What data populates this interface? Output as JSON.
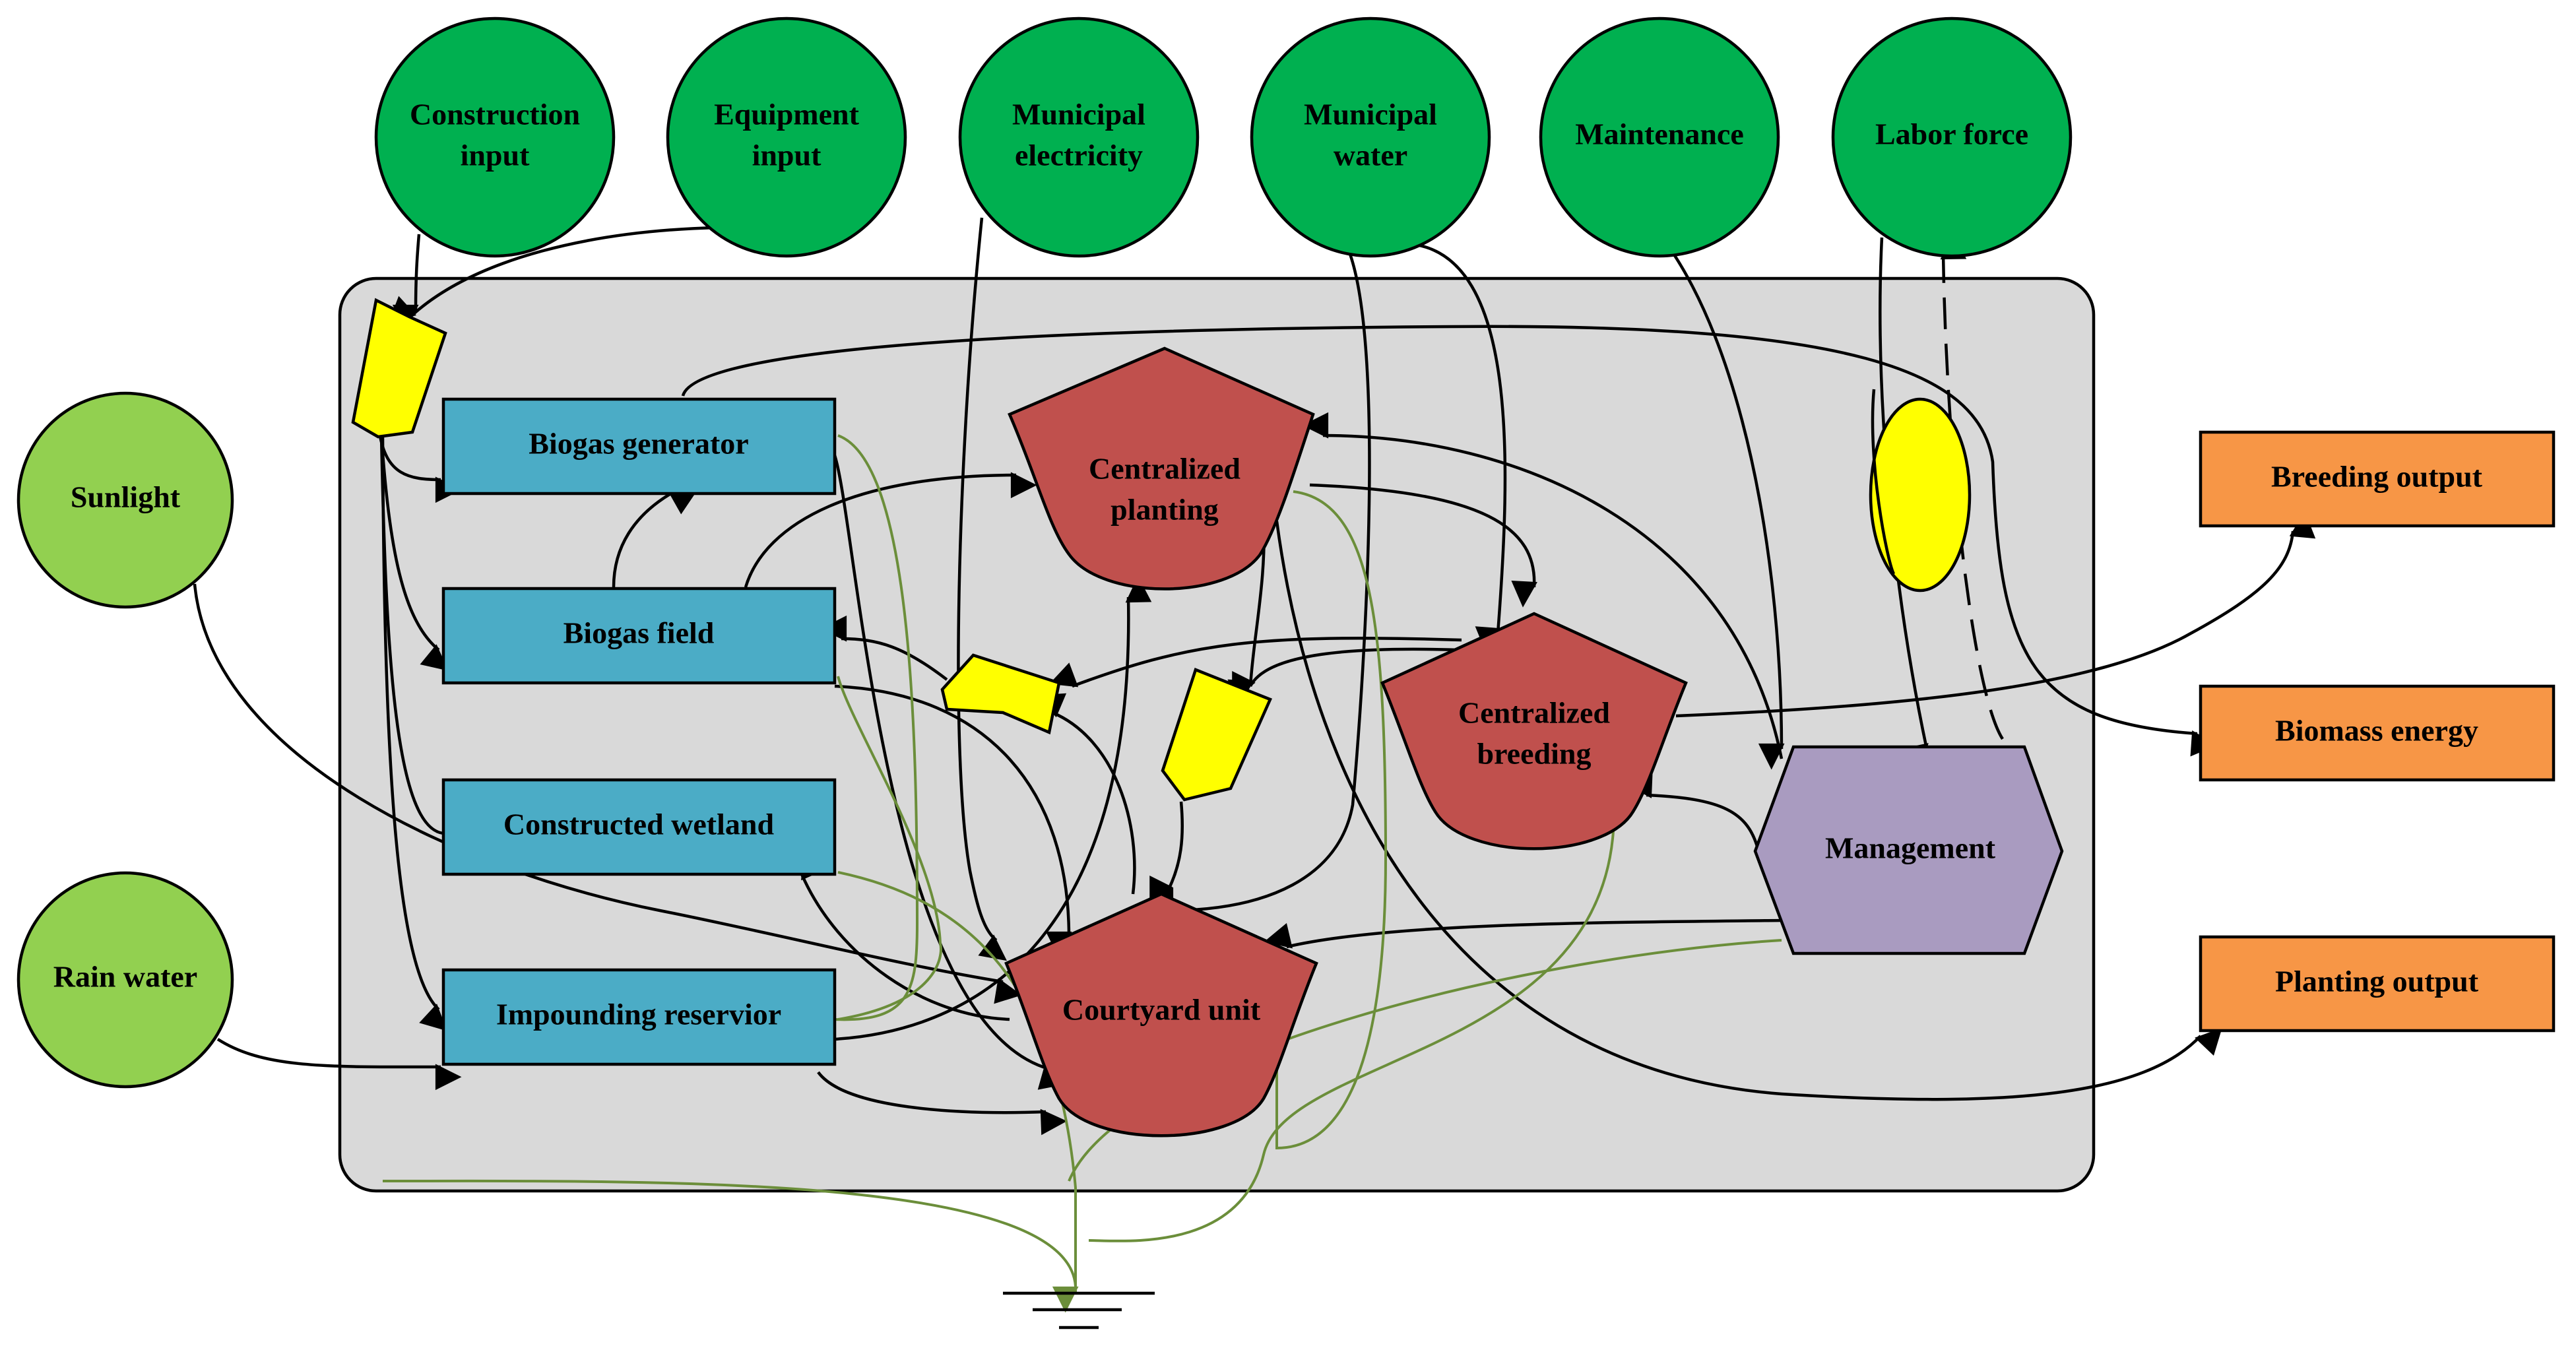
{
  "colors": {
    "external_source": "#00b050",
    "renewable_source": "#92d050",
    "storage_box": "#4bacc6",
    "producer": "#c0504d",
    "management": "#a99bc0",
    "output": "#f79646",
    "transaction": "#ffff00",
    "system_boundary": "#d9d9d9",
    "heat_sink_flow": "#6b8e3a"
  },
  "external_sources": [
    {
      "line1": "Construction",
      "line2": "input"
    },
    {
      "line1": "Equipment",
      "line2": "input"
    },
    {
      "line1": "Municipal",
      "line2": "electricity"
    },
    {
      "line1": "Municipal",
      "line2": "water"
    },
    {
      "line1": "Maintenance",
      "line2": ""
    },
    {
      "line1": "Labor force",
      "line2": ""
    }
  ],
  "renewable_sources": [
    {
      "label": "Sunlight"
    },
    {
      "label": "Rain water"
    }
  ],
  "storages": [
    {
      "label": "Biogas generator"
    },
    {
      "label": "Biogas field"
    },
    {
      "label": "Constructed wetland"
    },
    {
      "label": "Impounding reservior"
    }
  ],
  "producers": [
    {
      "line1": "Centralized",
      "line2": "planting"
    },
    {
      "line1": "Centralized",
      "line2": "breeding"
    },
    {
      "line1": "Courtyard unit",
      "line2": ""
    }
  ],
  "management": {
    "label": "Management"
  },
  "outputs": [
    {
      "label": "Breeding output"
    },
    {
      "label": "Biomass energy"
    },
    {
      "label": "Planting output"
    }
  ],
  "heat_sink": {
    "icon": "ground-icon"
  }
}
